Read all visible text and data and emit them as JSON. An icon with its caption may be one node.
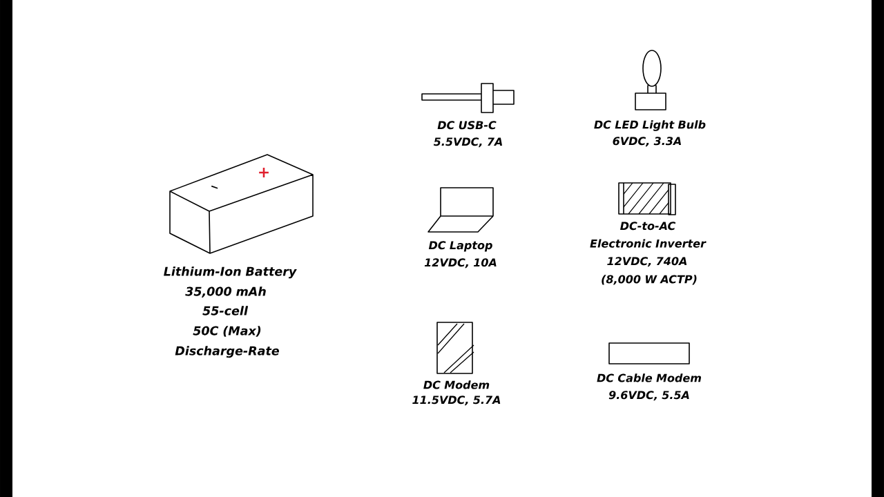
{
  "diagram": {
    "nodes": [
      {
        "text": [],
        "shape": "picture",
        "beside": [
          "Lithium-Ion Battery",
          "35,000 mAh",
          "55-cell",
          "50C (Max) Discharge-Rate"
        ]
      },
      {
        "text": [],
        "shape": "picture",
        "beside": [
          "DC USB-C",
          "5.5VDC, 7A"
        ]
      },
      {
        "text": [],
        "shape": "picture",
        "beside": [
          "DC LED Light Bulb",
          "6VDC, 3.3A"
        ]
      },
      {
        "text": [],
        "shape": "picture",
        "beside": [
          "DC Laptop",
          "12VDC, 10A"
        ]
      },
      {
        "text": [],
        "shape": "picture",
        "beside": [
          "DC-to-AC Electronic Inverter",
          "12VDC, 740A",
          "(8,000 W ACTP)"
        ]
      },
      {
        "text": [],
        "shape": "box",
        "beside": [
          "DC Modem",
          "11.5VDC, 5.7A"
        ]
      },
      {
        "text": [],
        "shape": "box",
        "beside": [
          "DC Cable Modem",
          "9.6VDC, 5.5A"
        ]
      }
    ],
    "labels": [
      "−",
      "+"
    ]
  }
}
